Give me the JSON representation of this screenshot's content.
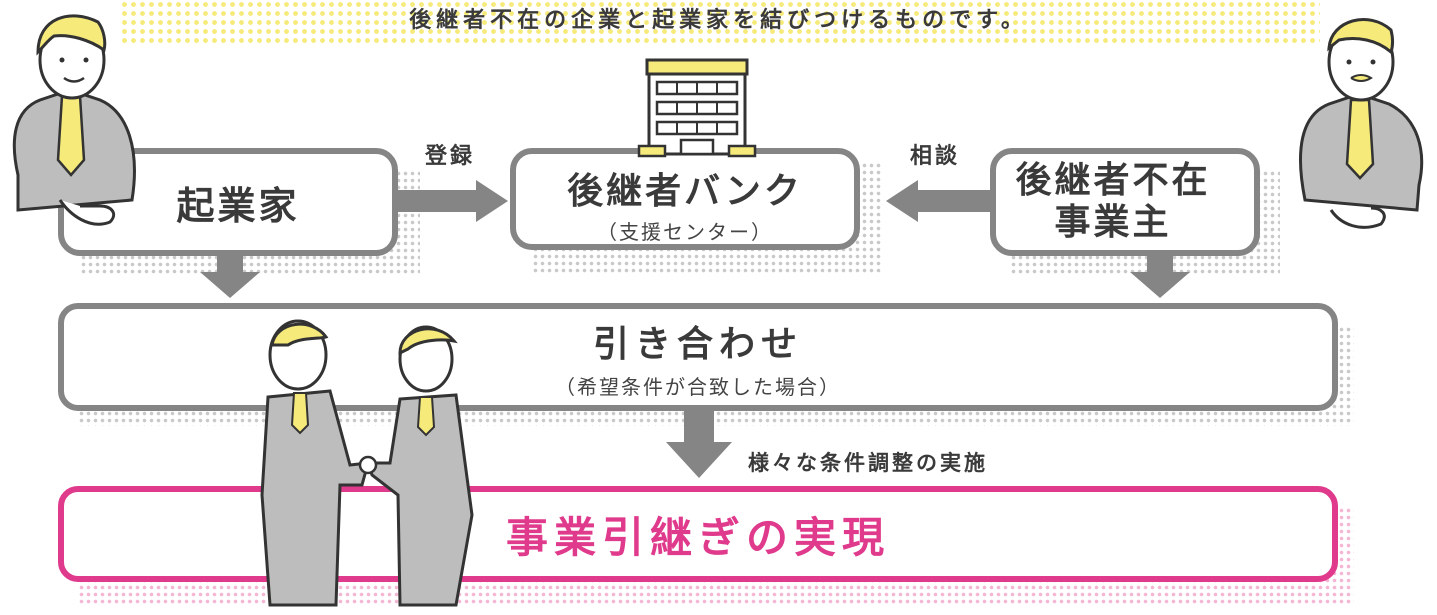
{
  "header": {
    "text": "後継者不在の企業と起業家を結びつけるものです。"
  },
  "nodes": {
    "entrepreneur": {
      "title": "起業家"
    },
    "bank": {
      "title": "後継者バンク",
      "subtitle": "（支援センター）"
    },
    "owner": {
      "title_line1": "後継者不在",
      "title_line2": "事業主"
    },
    "matching": {
      "title": "引き合わせ",
      "subtitle": "（希望条件が合致した場合）"
    },
    "result": {
      "title": "事業引継ぎの実現"
    }
  },
  "edges": {
    "register": {
      "label": "登録"
    },
    "consult": {
      "label": "相談"
    },
    "adjust": {
      "label": "様々な条件調整の実施"
    }
  },
  "icons": [
    "person-left-icon",
    "person-right-icon",
    "building-icon",
    "handshake-people-icon"
  ],
  "colors": {
    "border": "#858585",
    "accent_pink": "#e03a8c",
    "accent_yellow": "#f6ea7a",
    "arrow": "#858585"
  }
}
